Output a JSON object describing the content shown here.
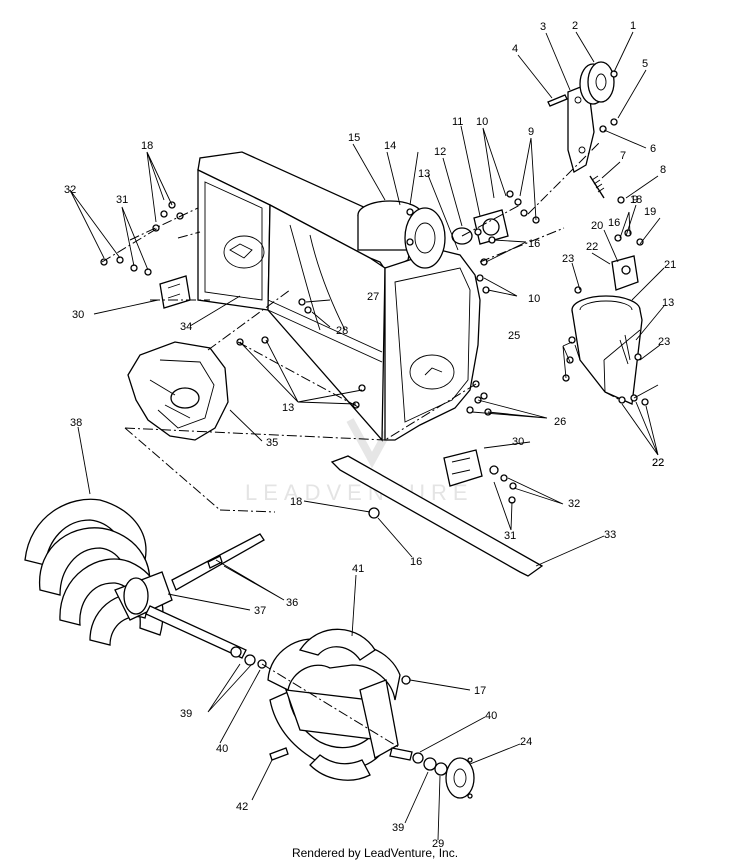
{
  "watermark": "LEADVENTURE",
  "footer": "Rendered by LeadVenture, Inc.",
  "callouts": [
    "1",
    "2",
    "3",
    "4",
    "5",
    "6",
    "7",
    "8",
    "9",
    "9",
    "10",
    "10",
    "11",
    "12",
    "13",
    "13",
    "13",
    "14",
    "15",
    "16",
    "16",
    "16",
    "17",
    "18",
    "18",
    "18",
    "19",
    "20",
    "21",
    "22",
    "22",
    "22",
    "23",
    "23",
    "24",
    "25",
    "26",
    "27",
    "28",
    "29",
    "30",
    "30",
    "31",
    "31",
    "32",
    "32",
    "33",
    "34",
    "35",
    "36",
    "37",
    "38",
    "39",
    "39",
    "40",
    "40",
    "41",
    "42"
  ]
}
